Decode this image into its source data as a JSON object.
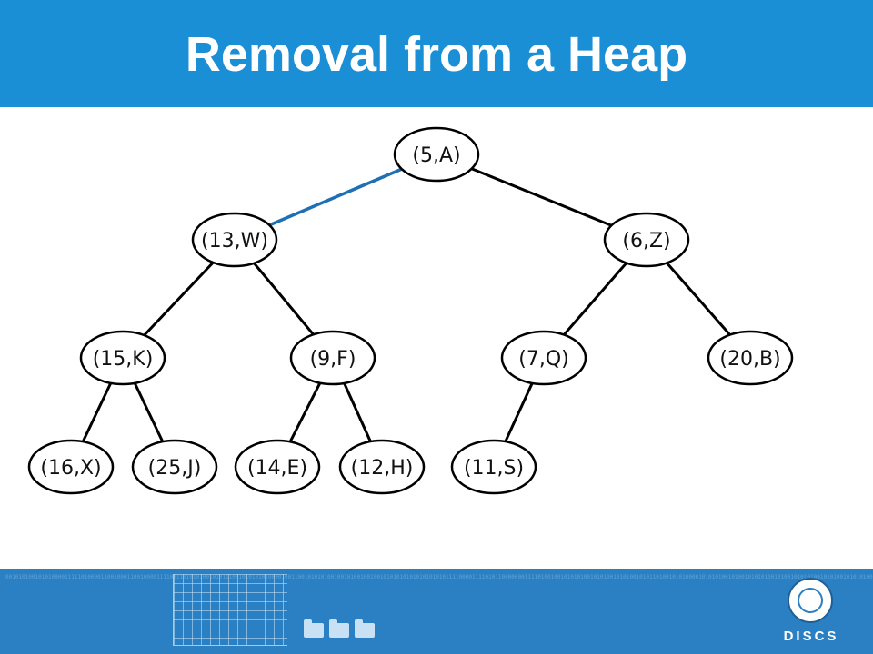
{
  "slide": {
    "title": "Removal from a Heap",
    "header_color": "#1a8fd6",
    "footer_color": "#2b80c3",
    "logo_text": "DISCS"
  },
  "footer_binary": "0010101001010100001111101000011001000110010000111100110101010010101110010101010100001001100101010100100101001001001010101010101010101011110000111101011000000011110100100101010100101010010101001010110100101010000101010100101001010101001010010101010010101001010101001",
  "heap": {
    "nodes": [
      {
        "id": "n1",
        "label": "(5,A)"
      },
      {
        "id": "n2",
        "label": "(13,W)"
      },
      {
        "id": "n3",
        "label": "(6,Z)"
      },
      {
        "id": "n4",
        "label": "(15,K)"
      },
      {
        "id": "n5",
        "label": "(9,F)"
      },
      {
        "id": "n6",
        "label": "(7,Q)"
      },
      {
        "id": "n7",
        "label": "(20,B)"
      },
      {
        "id": "n8",
        "label": "(16,X)"
      },
      {
        "id": "n9",
        "label": "(25,J)"
      },
      {
        "id": "n10",
        "label": "(14,E)"
      },
      {
        "id": "n11",
        "label": "(12,H)"
      },
      {
        "id": "n12",
        "label": "(11,S)"
      }
    ],
    "edges": [
      {
        "from": "n1",
        "to": "n2",
        "highlight": true
      },
      {
        "from": "n1",
        "to": "n3",
        "highlight": false
      },
      {
        "from": "n2",
        "to": "n4",
        "highlight": false
      },
      {
        "from": "n2",
        "to": "n5",
        "highlight": false
      },
      {
        "from": "n3",
        "to": "n6",
        "highlight": false
      },
      {
        "from": "n3",
        "to": "n7",
        "highlight": false
      },
      {
        "from": "n4",
        "to": "n8",
        "highlight": false
      },
      {
        "from": "n4",
        "to": "n9",
        "highlight": false
      },
      {
        "from": "n5",
        "to": "n10",
        "highlight": false
      },
      {
        "from": "n5",
        "to": "n11",
        "highlight": false
      },
      {
        "from": "n6",
        "to": "n12",
        "highlight": false
      }
    ],
    "edge_color": "#000000",
    "highlight_color": "#1f6fb5"
  }
}
